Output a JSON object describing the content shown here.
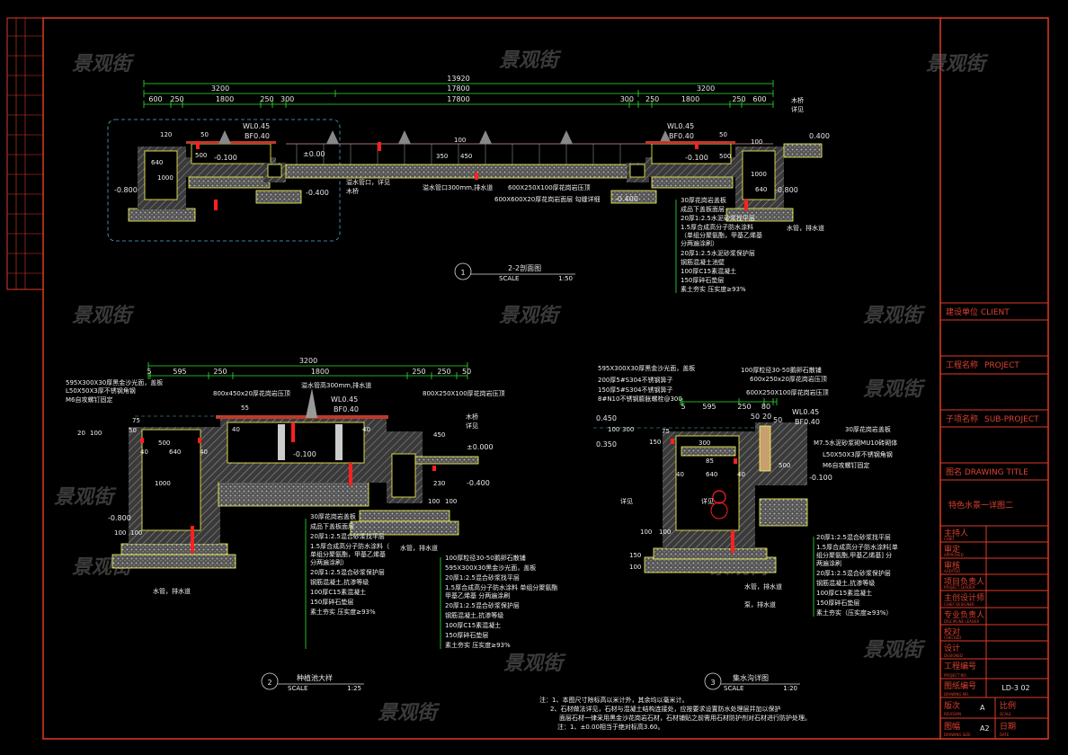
{
  "colors": {
    "frame": "#e03a28",
    "dimension": "#2ee62e",
    "outline": "#ffff55",
    "hatch": "#8a8a8a",
    "marker": "#ff2020",
    "title_text": "#22dd22",
    "guide": "#4fb0c6"
  },
  "watermark": "景观街",
  "section1": {
    "dims_top": [
      "13920",
      "3200",
      "17800",
      "3200"
    ],
    "dims_row": [
      "600",
      "250",
      "1800",
      "250",
      "300",
      "17800",
      "300",
      "250",
      "1800",
      "250",
      "600"
    ],
    "levels": [
      "WL0.45",
      "BF0.40",
      "-0.100",
      "±0.00",
      "-0.800",
      "-0.400",
      "WL0.45",
      "BF0.40",
      "-0.100",
      "-0.400",
      "0.400",
      "-0.800"
    ],
    "small_dims": [
      "120",
      "50",
      "500",
      "640",
      "1000",
      "100",
      "350",
      "450",
      "50",
      "500",
      "100",
      "640",
      "1000"
    ],
    "callouts": [
      "溢水管口，详见",
      "木桥",
      "溢水管口300mm,排水道",
      "600X250X100厚花岗岩压顶",
      "600X600X20厚花岗岩面层 勾缝详细",
      "木桥",
      "详见",
      "水管，排水道"
    ],
    "layers": [
      "30厚花岗岩盖板",
      "成品下盖板面层",
      "20厚1:2.5水泥砂浆找平层",
      "1.5厚合成高分子防水涂料",
      "（单组分聚氨酯，甲基乙烯基",
      "分两遍涂刷）",
      "20厚1:2.5水泥砂浆保护层",
      "钢筋混凝土池壁",
      "100厚C15素混凝土",
      "150厚碎石垫层",
      "素土夯实 压实度≥93%"
    ],
    "title_no": "1",
    "title": "2-2剖面图",
    "scale_label": "SCALE",
    "scale": "1:50"
  },
  "section2": {
    "dims_top": [
      "3200"
    ],
    "dims_row": [
      "5",
      "595",
      "250",
      "1800",
      "250",
      "250",
      "50"
    ],
    "levels": [
      "WL0.45",
      "BF0.40",
      "-0.100",
      "±0.000",
      "-0.400",
      "-0.800"
    ],
    "small_dims": [
      "20",
      "100",
      "75",
      "50",
      "40",
      "640",
      "40",
      "1000",
      "55",
      "500",
      "40",
      "40",
      "450",
      "230",
      "100",
      "100",
      "100",
      "100"
    ],
    "callouts": [
      "595X300X30厚黑金沙光面，盖板",
      "L50X50X3厚不锈钢角钢",
      "M6自攻螺钉固定",
      "800x450x20厚花岗岩压顶",
      "溢水管高300mm,排水道",
      "800X250X100厚花岗岩压顶",
      "木桥",
      "详见",
      "水管，排水道",
      "水管，排水道"
    ],
    "layers_a": [
      "30厚花岗岩盖板",
      "成品下盖板面层",
      "20厚1:2.5混合砂浆找平层",
      "1.5厚合成高分子防水涂料（",
      "单组分聚氨酯，甲基乙烯基",
      "分两遍涂刷）",
      "20厚1:2.5混合砂浆保护层",
      "钢筋混凝土,抗渗等级",
      "100厚C15素混凝土",
      "150厚碎石垫层",
      "素土夯实 压实度≥93%"
    ],
    "layers_b": [
      "100厚粒径30-50鹅卵石散铺",
      "595X300X30黑金沙光面，盖板",
      "20厚1:2.5混合砂浆找平层",
      "1.5厚合成高分子防水涂料 单组分聚氨酯",
      "甲基乙烯基 分两遍涂刷",
      "20厚1:2.5混合砂浆保护层",
      "钢筋混凝土,抗渗等级",
      "100厚C15素混凝土",
      "150厚碎石垫层",
      "素土夯实 压实度≥93%"
    ],
    "title_no": "2",
    "title": "种植池大样",
    "scale_label": "SCALE",
    "scale": "1:25"
  },
  "section3": {
    "dims_row": [
      "5",
      "595",
      "250",
      "80",
      "50",
      "20",
      "50"
    ],
    "levels": [
      "0.450",
      "0.350",
      "WL0.45",
      "BF0.40",
      "-0.100"
    ],
    "small_dims": [
      "100",
      "300",
      "75",
      "150",
      "300",
      "85",
      "40",
      "640",
      "40",
      "500",
      "100",
      "100",
      "150",
      "100",
      "详见",
      "详见"
    ],
    "callouts": [
      "595X300X30厚黑金沙光面，盖板",
      "200厚5#S304不锈钢箅子",
      "150厚5#S304不锈钢箅子",
      "8#N10不锈钢膨胀螺栓@300",
      "100厚粒径30-50鹅卵石散铺",
      "600x250x20厚花岗岩压顶",
      "600X250X100厚花岗岩压顶",
      "30厚花岗岩盖板",
      "M7.5水泥砂浆砌MU10砖砌体",
      "L50X50X3厚不锈钢角钢",
      "M6自攻螺钉固定",
      "水管，排水道",
      "泵，排水道"
    ],
    "layers": [
      "20厚1:2.5混合砂浆找平层",
      "1.5厚合成高分子防水涂料[单",
      "组分聚氨酯,甲基乙烯基] 分",
      "两遍涂刷",
      "20厚1:2.5混合砂浆保护层",
      "钢筋混凝土,抗渗等级",
      "100厚C15素混凝土",
      "150厚碎石垫层",
      "素土夯实（压实度≥93%）"
    ],
    "title_no": "3",
    "title": "集水沟详图",
    "scale_label": "SCALE",
    "scale": "1:20"
  },
  "notes": [
    "注：1、本图尺寸除标高以米计外，其余均以毫米计。",
    "2、石材做法详见，石材与混凝土结构连接处，应按要求设置防水处理层并加以保护",
    "面层石材一律采用黑金沙花岗岩石材，石材铺贴之前需用石材防护剂对石材进行防护处理。",
    "注：1、±0.00相当于绝对标高3.60。"
  ],
  "title_block": {
    "client_label": "建设单位 CLIENT",
    "project_label": "工程名称",
    "project_value": "PROJECT",
    "subproject_label": "子项名称",
    "subproject_value": "SUB-PROJECT",
    "drawing_title_label": "图名 DRAWING TITLE",
    "drawing_title": "特色水景一详图二",
    "rows": [
      {
        "label": "主持人",
        "en": "CHIEF",
        "value": ""
      },
      {
        "label": "审定",
        "en": "APPROVED",
        "value": ""
      },
      {
        "label": "审核",
        "en": "AUDITED",
        "value": ""
      },
      {
        "label": "项目负责人",
        "en": "PROJECT LEADER",
        "value": ""
      },
      {
        "label": "主创设计师",
        "en": "CHIEF DESIGNER",
        "value": ""
      },
      {
        "label": "专业负责人",
        "en": "DISCIPLINE LEADER",
        "value": ""
      },
      {
        "label": "校对",
        "en": "CHECKED",
        "value": ""
      },
      {
        "label": "设计",
        "en": "DESIGNED",
        "value": ""
      },
      {
        "label": "工程编号",
        "en": "PROJECT NO.",
        "value": ""
      },
      {
        "label": "图纸编号",
        "en": "DRAWING NO.",
        "value": "LD-3 02"
      }
    ],
    "revision_label": "版次",
    "revision_en": "REVISION",
    "revision": "A",
    "scale_label": "比例",
    "scale_en": "SCALE",
    "size_label": "图幅",
    "size_en": "DRAWING SIZE",
    "size": "A2",
    "date_label": "日期",
    "date_en": "DATE"
  }
}
